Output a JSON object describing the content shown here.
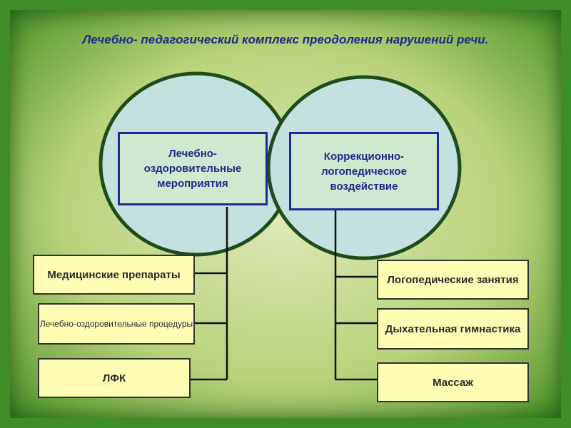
{
  "title": "Лечебно- педагогический комплекс преодоления нарушений речи.",
  "left_block": {
    "heading": "Лечебно-оздоровительные мероприятия",
    "items": [
      "Медицинские препараты",
      "Лечебно-оздоровительные процедуры",
      "ЛФК"
    ]
  },
  "right_block": {
    "heading": "Коррекционно-логопедическое воздействие",
    "items": [
      "Логопедические занятия",
      "Дыхательная гимнастика",
      "Массаж"
    ]
  }
}
